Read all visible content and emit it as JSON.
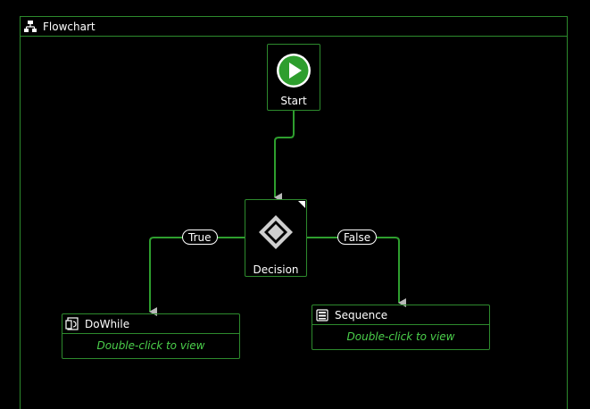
{
  "flowchart": {
    "title": "Flowchart",
    "icon": "flowchart-icon"
  },
  "start": {
    "label": "Start",
    "icon": "play-icon",
    "accent": "#2e9e2e"
  },
  "decision": {
    "label": "Decision",
    "icon": "diamond-icon"
  },
  "branches": {
    "true_label": "True",
    "false_label": "False"
  },
  "activities": [
    {
      "title": "DoWhile",
      "icon": "dowhile-icon",
      "body": "Double-click to view"
    },
    {
      "title": "Sequence",
      "icon": "sequence-icon",
      "body": "Double-click to view"
    }
  ],
  "colors": {
    "border": "#2d8a2d",
    "connector": "#2e9e2e",
    "hint_text": "#4bd04b",
    "background": "#000000"
  }
}
